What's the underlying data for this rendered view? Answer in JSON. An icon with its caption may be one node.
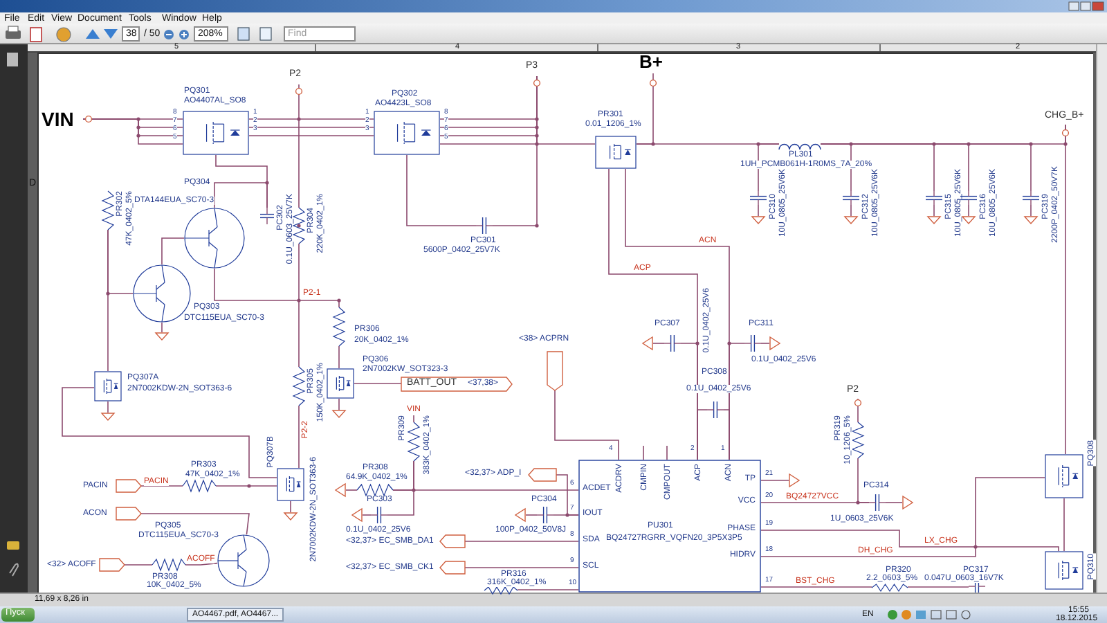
{
  "diagram": {
    "nodes": [
      {
        "text": [
          "VIN"
        ]
      },
      {
        "text": [],
        "shape": "box",
        "beside": [
          "PQ301",
          "AO4407AL_SO8"
        ]
      },
      {
        "text": [
          "P2"
        ]
      },
      {
        "text": [],
        "shape": "box",
        "beside": [
          "PQ302",
          "AO4423L_SO8"
        ]
      },
      {
        "text": [
          "P3"
        ]
      },
      {
        "text": [
          "B+"
        ]
      },
      {
        "text": [],
        "shape": "box",
        "beside": [
          "PR301",
          "0.01_1206_1%"
        ]
      },
      {
        "text": [],
        "shape": "coil",
        "beside": [
          "PL301",
          "1UH_PCMB061H-1R0MS_7A_20%"
        ]
      },
      {
        "text": [
          "CHG_B+"
        ]
      },
      {
        "text": [],
        "shape": "circle",
        "beside": [
          "PQ304",
          "DTA144EUA_SC70-3"
        ]
      },
      {
        "text": [],
        "shape": "circle",
        "beside": [
          "PQ303",
          "DTC115EUA_SC70-3"
        ]
      },
      {
        "text": [],
        "shape": "circle",
        "beside": [
          "PQ305",
          "DTC115EUA_SC70-3"
        ]
      },
      {
        "text": [
          "ACDRV",
          "CMPIN",
          "CMPOUT",
          "ACP",
          "ACN",
          "ACDET",
          "IOUT",
          "SDA",
          "SCL",
          "TP",
          "VCC",
          "PHASE",
          "HIDRV",
          "PU301",
          "BQ24727RGRR_VQFN20_3P5X3P5"
        ]
      },
      {
        "text": [
          "BATT_OUT",
          "<37,38>"
        ]
      },
      {
        "text": [],
        "shape": "flag",
        "beside": [
          "<38> ACPRN"
        ]
      },
      {
        "text": [],
        "shape": "flag",
        "beside": [
          "PACIN"
        ]
      },
      {
        "text": [],
        "shape": "flag",
        "beside": [
          "ACON"
        ]
      },
      {
        "text": [],
        "shape": "flag",
        "beside": [
          "<32> ACOFF"
        ]
      },
      {
        "text": [],
        "shape": "flag",
        "beside": [
          "<32,37> ADP_I"
        ]
      },
      {
        "text": [],
        "shape": "flag",
        "beside": [
          "<32,37> EC_SMB_DA1"
        ]
      },
      {
        "text": [],
        "shape": "flag",
        "beside": [
          "<32,37> EC_SMB_CK1"
        ]
      },
      {
        "text": [],
        "shape": "resistor",
        "beside": [
          "PR302",
          "47K_0402_5%"
        ]
      },
      {
        "text": [],
        "shape": "capacitor",
        "beside": [
          "PC302",
          "0.1U_0603_25V7K"
        ]
      },
      {
        "text": [],
        "shape": "resistor",
        "beside": [
          "PR304",
          "220K_0402_1%"
        ]
      },
      {
        "text": [],
        "shape": "capacitor",
        "beside": [
          "PC301",
          "5600P_0402_25V7K"
        ]
      },
      {
        "text": [],
        "shape": "resistor",
        "beside": [
          "PR306",
          "20K_0402_1%"
        ]
      },
      {
        "text": [],
        "shape": "box",
        "beside": [
          "PQ306",
          "2N7002KW_SOT323-3"
        ]
      },
      {
        "text": [],
        "shape": "box",
        "beside": [
          "PQ307A",
          "2N7002KDW-2N_SOT363-6"
        ]
      },
      {
        "text": [],
        "shape": "resistor",
        "beside": [
          "PR305",
          "150K_0402_1%"
        ]
      },
      {
        "text": [],
        "shape": "box",
        "beside": [
          "PQ307B",
          "2N7002KDW-2N_SOT363-6"
        ]
      },
      {
        "text": [],
        "shape": "resistor",
        "beside": [
          "PR303",
          "47K_0402_1%"
        ]
      },
      {
        "text": [],
        "shape": "resistor",
        "beside": [
          "PR308",
          "10K_0402_5%"
        ]
      },
      {
        "text": [],
        "shape": "resistor",
        "beside": [
          "PR308",
          "64.9K_0402_1%"
        ]
      },
      {
        "text": [],
        "shape": "resistor",
        "beside": [
          "PR309",
          "383K_0402_1%"
        ]
      },
      {
        "text": [],
        "shape": "capacitor",
        "beside": [
          "PC303",
          "0.1U_0402_25V6"
        ]
      },
      {
        "text": [],
        "shape": "capacitor",
        "beside": [
          "PC304",
          "100P_0402_50V8J"
        ]
      },
      {
        "text": [],
        "shape": "resistor",
        "beside": [
          "PR316",
          "316K_0402_1%"
        ]
      },
      {
        "text": [],
        "shape": "capacitor",
        "beside": [
          "PC307",
          "0.1U_0402_25V6"
        ]
      },
      {
        "text": [],
        "shape": "capacitor",
        "beside": [
          "PC311",
          "0.1U_0402_25V6"
        ]
      },
      {
        "text": [],
        "shape": "capacitor",
        "beside": [
          "PC308",
          "0.1U_0402_25V6"
        ]
      },
      {
        "text": [
          "P2"
        ]
      },
      {
        "text": [],
        "shape": "resistor",
        "beside": [
          "PR319",
          "10_1206_5%"
        ]
      },
      {
        "text": [],
        "shape": "capacitor",
        "beside": [
          "PC314",
          "1U_0603_25V6K"
        ]
      },
      {
        "text": [],
        "shape": "capacitor",
        "beside": [
          "PC310",
          "10U_0805_25V6K"
        ]
      },
      {
        "text": [],
        "shape": "capacitor",
        "beside": [
          "PC312",
          "10U_0805_25V6K"
        ]
      },
      {
        "text": [],
        "shape": "capacitor",
        "beside": [
          "PC315",
          "10U_0805_25V6K"
        ]
      },
      {
        "text": [],
        "shape": "capacitor",
        "beside": [
          "PC316",
          "10U_0805_25V6K"
        ]
      },
      {
        "text": [],
        "shape": "capacitor",
        "beside": [
          "PC319",
          "2200P_0402_50V7K"
        ]
      },
      {
        "text": [],
        "shape": "resistor",
        "beside": [
          "PR320",
          "2.2_0603_5%"
        ]
      },
      {
        "text": [],
        "shape": "capacitor",
        "beside": [
          "PC317",
          "0.047U_0603_16V7K"
        ]
      },
      {
        "text": [],
        "shape": "box",
        "beside": [
          "PQ308"
        ]
      },
      {
        "text": [],
        "shape": "box",
        "beside": [
          "PQ310"
        ]
      },
      {
        "text": [],
        "shape": "ground"
      },
      {
        "text": [],
        "shape": "ground"
      },
      {
        "text": [],
        "shape": "ground"
      },
      {
        "text": [],
        "shape": "ground"
      },
      {
        "text": [],
        "shape": "ground"
      },
      {
        "text": [],
        "shape": "ground"
      },
      {
        "text": [],
        "shape": "ground"
      },
      {
        "text": [],
        "shape": "ground"
      },
      {
        "text": [],
        "shape": "ground"
      },
      {
        "text": [],
        "shape": "ground"
      },
      {
        "text": [],
        "shape": "ground"
      },
      {
        "text": [],
        "shape": "ground"
      },
      {
        "text": [],
        "shape": "ground"
      },
      {
        "text": [],
        "shape": "ground"
      },
      {
        "text": [],
        "shape": "ground"
      },
      {
        "text": [],
        "shape": "ground"
      }
    ],
    "edges": [
      {
        "from": 0,
        "to": 1,
        "arrow": "none"
      },
      {
        "from": 1,
        "to": 3,
        "arrow": "none"
      },
      {
        "from": 2,
        "to": 23,
        "arrow": "none"
      },
      {
        "from": 23,
        "to": 28,
        "arrow": "none"
      },
      {
        "from": 3,
        "to": 4,
        "arrow": "none"
      },
      {
        "from": 4,
        "to": 6,
        "arrow": "none"
      },
      {
        "from": 6,
        "to": 5,
        "arrow": "none"
      },
      {
        "from": 6,
        "to": 7,
        "arrow": "none"
      },
      {
        "from": 7,
        "to": 8,
        "arrow": "none"
      },
      {
        "from": 7,
        "to": 43,
        "arrow": "none"
      },
      {
        "from": 7,
        "to": 44,
        "arrow": "none"
      },
      {
        "from": 7,
        "to": 45,
        "arrow": "none"
      },
      {
        "from": 7,
        "to": 46,
        "arrow": "none"
      },
      {
        "from": 7,
        "to": 47,
        "arrow": "none"
      },
      {
        "from": 1,
        "to": 22,
        "arrow": "none"
      },
      {
        "from": 9,
        "to": 22,
        "arrow": "none"
      },
      {
        "from": 3,
        "to": 24,
        "arrow": "none"
      },
      {
        "from": 24,
        "to": 4,
        "arrow": "none"
      },
      {
        "from": 21,
        "to": 10,
        "arrow": "none"
      },
      {
        "from": 10,
        "to": 9,
        "arrow": "none"
      },
      {
        "from": 9,
        "to": 25,
        "arrow": "none",
        "label": "P2-1"
      },
      {
        "from": 21,
        "to": 27,
        "arrow": "none"
      },
      {
        "from": 25,
        "to": 26,
        "arrow": "none"
      },
      {
        "from": 26,
        "to": 13,
        "arrow": "none"
      },
      {
        "from": 28,
        "to": 29,
        "arrow": "none",
        "label": "P2-2"
      },
      {
        "from": 15,
        "to": 30,
        "arrow": "none",
        "label": "PACIN"
      },
      {
        "from": 30,
        "to": 29,
        "arrow": "none"
      },
      {
        "from": 27,
        "to": 29,
        "arrow": "none"
      },
      {
        "from": 16,
        "to": 11,
        "arrow": "none"
      },
      {
        "from": 17,
        "to": 31,
        "arrow": "none"
      },
      {
        "from": 31,
        "to": 11,
        "arrow": "none",
        "label": "ACOFF"
      },
      {
        "from": 32,
        "to": 12,
        "arrow": "none"
      },
      {
        "from": 33,
        "to": 32,
        "arrow": "none"
      },
      {
        "from": 34,
        "to": 33,
        "arrow": "none"
      },
      {
        "from": 35,
        "to": 12,
        "arrow": "none"
      },
      {
        "from": 18,
        "to": 12,
        "arrow": "none"
      },
      {
        "from": 19,
        "to": 12,
        "arrow": "none"
      },
      {
        "from": 20,
        "to": 12,
        "arrow": "none"
      },
      {
        "from": 36,
        "to": 12,
        "arrow": "none"
      },
      {
        "from": 14,
        "to": 12,
        "arrow": "none"
      },
      {
        "from": 6,
        "to": 12,
        "arrow": "none",
        "label": "ACP"
      },
      {
        "from": 6,
        "to": 12,
        "arrow": "none",
        "label": "ACN"
      },
      {
        "from": 12,
        "to": 42,
        "arrow": "none",
        "label": "BQ24727VCC"
      },
      {
        "from": 40,
        "to": 41,
        "arrow": "none"
      },
      {
        "from": 12,
        "to": 50,
        "arrow": "none",
        "label": "DH_CHG"
      },
      {
        "from": 12,
        "to": 51,
        "arrow": "none",
        "label": "LX_CHG"
      },
      {
        "from": 12,
        "to": 48,
        "arrow": "none",
        "label": "BST_CHG"
      },
      {
        "from": 48,
        "to": 49,
        "arrow": "none"
      },
      {
        "from": 50,
        "to": 51,
        "arrow": "none"
      },
      {
        "from": 8,
        "to": 50,
        "arrow": "none"
      },
      {
        "from": 0,
        "to": 1,
        "arrow": "none"
      },
      {
        "from": 0,
        "to": 1,
        "arrow": "none"
      },
      {
        "from": 0,
        "to": 1,
        "arrow": "none"
      },
      {
        "from": 1,
        "to": 3,
        "arrow": "none"
      },
      {
        "from": 1,
        "to": 3,
        "arrow": "none"
      },
      {
        "from": 3,
        "to": 4,
        "arrow": "none"
      },
      {
        "from": 3,
        "to": 4,
        "arrow": "none"
      },
      {
        "from": 3,
        "to": 4,
        "arrow": "none"
      },
      {
        "from": 41,
        "to": 42,
        "arrow": "none"
      },
      {
        "from": 37,
        "to": 12,
        "arrow": "none"
      },
      {
        "from": 38,
        "to": 12,
        "arrow": "none"
      },
      {
        "from": 39,
        "to": 12,
        "arrow": "none"
      },
      {
        "from": 39,
        "to": 12,
        "arrow": "none"
      },
      {
        "from": 10,
        "to": 52,
        "arrow": "none"
      },
      {
        "from": 27,
        "to": 53,
        "arrow": "none"
      },
      {
        "from": 26,
        "to": 54,
        "arrow": "none"
      },
      {
        "from": 29,
        "to": 55,
        "arrow": "none"
      },
      {
        "from": 43,
        "to": 56,
        "arrow": "none"
      },
      {
        "from": 44,
        "to": 57,
        "arrow": "none"
      },
      {
        "from": 45,
        "to": 58,
        "arrow": "none"
      },
      {
        "from": 46,
        "to": 59,
        "arrow": "none"
      },
      {
        "from": 47,
        "to": 60,
        "arrow": "none"
      },
      {
        "from": 37,
        "to": 61,
        "arrow": "none"
      },
      {
        "from": 38,
        "to": 62,
        "arrow": "none"
      },
      {
        "from": 34,
        "to": 63,
        "arrow": "none"
      },
      {
        "from": 35,
        "to": 64,
        "arrow": "none"
      },
      {
        "from": 32,
        "to": 65,
        "arrow": "none"
      },
      {
        "from": 12,
        "to": 66,
        "arrow": "none"
      },
      {
        "from": 42,
        "to": 67,
        "arrow": "none"
      }
    ],
    "labels": [
      "File",
      "Edit",
      "View",
      "Document",
      "Tools",
      "Window",
      "Help",
      "38",
      "/ 50",
      "208%",
      "Find",
      "5",
      "4",
      "3",
      "2",
      "D",
      "8",
      "7",
      "6",
      "5",
      "1",
      "2",
      "3",
      "1",
      "2",
      "3",
      "8",
      "7",
      "6",
      "5",
      "VIN",
      "6",
      "7",
      "8",
      "9",
      "10",
      "21",
      "20",
      "19",
      "18",
      "17",
      "4",
      "2",
      "1",
      "11,69 x 8,26 in",
      "Пуск",
      "AO4467.pdf, AO4467...",
      "EN",
      "15:55",
      "18.12.2015"
    ]
  }
}
